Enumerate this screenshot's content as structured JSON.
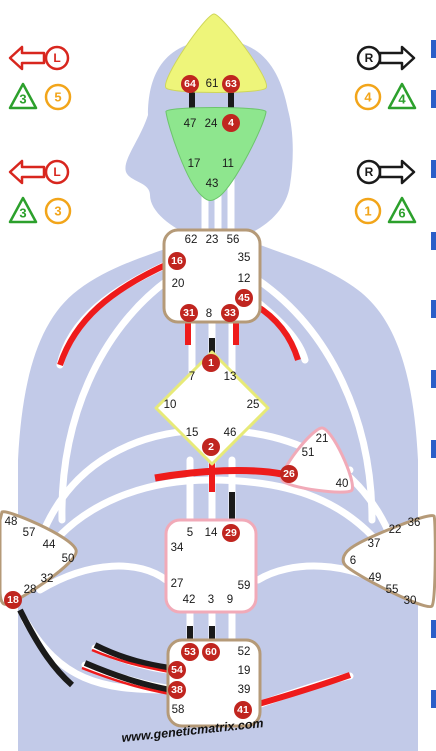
{
  "watermark": "www.geneticmatrix.com",
  "colors": {
    "silhouette": "#c2cae8",
    "channel_white": "#ffffff",
    "active_gate": "#c0251f",
    "design_line": "#ee1b1b",
    "personality_line": "#1a1a1a",
    "head": "#eef57a",
    "ajna": "#8ee68e",
    "center_fill": "#ffffff",
    "arrow_red": "#d8261e",
    "tri_green": "#2ca02c",
    "circ_orange": "#f2a51a"
  },
  "variables": {
    "top_left": {
      "letter": "L",
      "tri": "3",
      "circ": "5"
    },
    "bottom_left": {
      "letter": "L",
      "tri": "3",
      "circ": "3"
    },
    "top_right": {
      "letter": "R",
      "tri": "4",
      "circ": "4"
    },
    "bottom_right": {
      "letter": "R",
      "tri": "6",
      "circ": "1"
    }
  },
  "centers": {
    "head": {
      "gates": [
        "61"
      ],
      "active": [
        "64",
        "63"
      ]
    },
    "ajna": {
      "gates": [
        "47",
        "24",
        "17",
        "11",
        "43"
      ],
      "active": [
        "4"
      ]
    },
    "throat": {
      "gates": [
        "62",
        "23",
        "56",
        "35",
        "12",
        "20",
        "8"
      ],
      "active": [
        "16",
        "45",
        "31",
        "33"
      ]
    },
    "g": {
      "gates": [
        "7",
        "13",
        "10",
        "25",
        "15",
        "46"
      ],
      "active": [
        "1",
        "2"
      ]
    },
    "heart": {
      "gates": [
        "21",
        "51",
        "40"
      ],
      "active": [
        "26"
      ]
    },
    "sacral": {
      "gates": [
        "5",
        "14",
        "34",
        "27",
        "59",
        "42",
        "3",
        "9"
      ],
      "active": [
        "29"
      ]
    },
    "spleen": {
      "gates": [
        "48",
        "57",
        "44",
        "50",
        "32",
        "28"
      ],
      "active": [
        "18"
      ]
    },
    "solar_plexus": {
      "gates": [
        "36",
        "22",
        "37",
        "6",
        "49",
        "55",
        "30"
      ],
      "active": []
    },
    "root": {
      "gates": [
        "52",
        "19",
        "39",
        "58"
      ],
      "active": [
        "53",
        "60",
        "54",
        "38",
        "41"
      ]
    }
  }
}
